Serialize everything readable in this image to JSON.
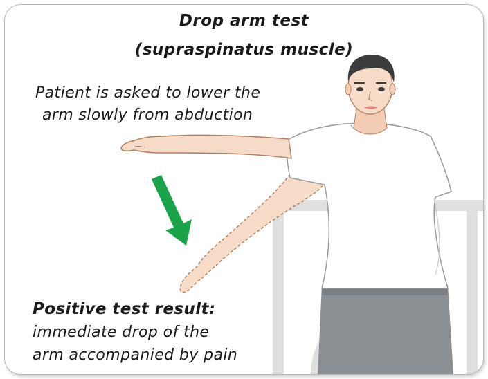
{
  "title": {
    "line1": "Drop arm test",
    "line2": "(supraspinatus muscle)"
  },
  "instruction": {
    "line1": "Patient is asked to lower the",
    "line2": "arm slowly from abduction"
  },
  "result": {
    "heading": "Positive test result:",
    "line1": "immediate drop of the",
    "line2": "arm accompanied by pain"
  },
  "colors": {
    "arrow": "#1aa44a",
    "skin": "#f6dcc8",
    "hair": "#3b3b3b",
    "shirt": "#ffffff",
    "pants": "#8a8f94",
    "watermark": "#d8d8d8"
  },
  "icons": [
    "down-arrow-icon",
    "watermark-logo"
  ]
}
